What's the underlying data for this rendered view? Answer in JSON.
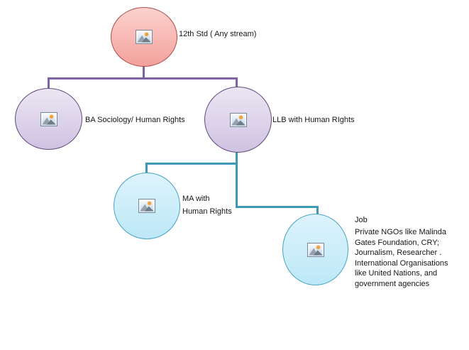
{
  "diagram": {
    "type": "tree",
    "nodes": [
      {
        "id": "12th-std",
        "label": "12th Std ( Any stream)",
        "shape": "circle",
        "fill": "pink",
        "icon": "picture-placeholder-icon"
      },
      {
        "id": "ba-sociology",
        "label": "BA Sociology/ Human Rights",
        "shape": "circle",
        "fill": "purple",
        "icon": "picture-placeholder-icon"
      },
      {
        "id": "llb",
        "label": "LLB with Human RIghts",
        "shape": "circle",
        "fill": "purple",
        "icon": "picture-placeholder-icon"
      },
      {
        "id": "ma",
        "label": "MA with\nHuman Rights",
        "shape": "circle",
        "fill": "blue",
        "icon": "picture-placeholder-icon"
      },
      {
        "id": "job",
        "label": "Job",
        "description": "Private NGOs like Malinda\nGates Foundation, CRY;\nJournalism, Researcher .\nInternational Organisations\nlike United Nations, and\ngovernment agencies",
        "shape": "circle",
        "fill": "blue",
        "icon": "picture-placeholder-icon"
      }
    ],
    "edges": [
      {
        "from": "12th-std",
        "to": "ba-sociology",
        "color": "#7e63a4"
      },
      {
        "from": "12th-std",
        "to": "llb",
        "color": "#7e63a4"
      },
      {
        "from": "llb",
        "to": "ma",
        "color": "#3e98b8"
      },
      {
        "from": "llb",
        "to": "job",
        "color": "#3e98b8"
      }
    ],
    "colors": {
      "pink_fill": "#f8b7b2",
      "pink_border": "#a94f4b",
      "purple_fill": "#ddd3ea",
      "purple_border": "#5f497a",
      "blue_fill": "#cdeefa",
      "blue_border": "#46a3c4",
      "connector_purple": "#7e63a4",
      "connector_teal": "#3e98b8",
      "text": "#161616",
      "background": "#ffffff"
    }
  }
}
